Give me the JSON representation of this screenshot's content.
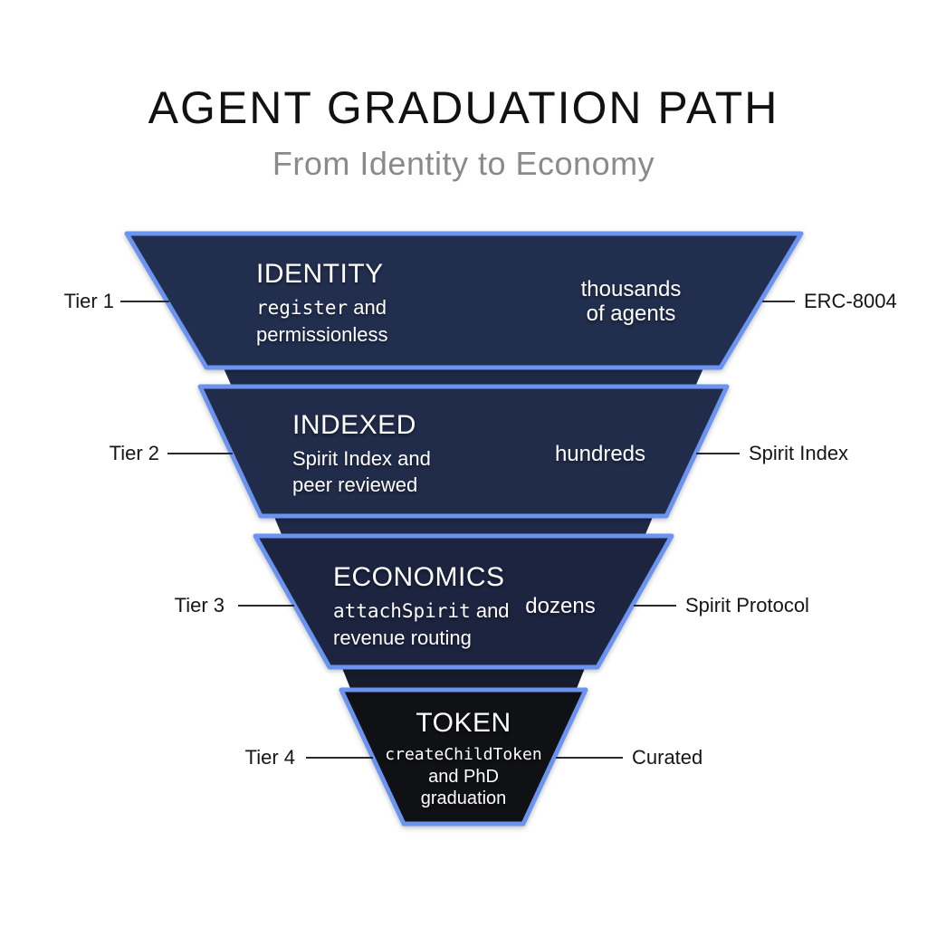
{
  "header": {
    "title": "AGENT GRADUATION PATH",
    "subtitle": "From Identity to Economy"
  },
  "colors": {
    "border_blue": "#6b93f0",
    "tier1_fill": "#222e4e",
    "tier2_fill": "#212c4a",
    "tier3_fill": "#1c2440",
    "tier4_fill": "#101114",
    "connector_fill": "#1f2a47",
    "connector_dark_fill": "#181c2b",
    "title_color": "#111111",
    "subtitle_color": "#8a8a8a",
    "label_color": "#151515"
  },
  "tiers": [
    {
      "tier_label": "Tier 1",
      "heading": "IDENTITY",
      "desc_code": "register",
      "desc_rest": " and",
      "desc_line2": "permissionless",
      "count_line1": "thousands",
      "count_line2": "of agents",
      "right_label": "ERC-8004"
    },
    {
      "tier_label": "Tier 2",
      "heading": "INDEXED",
      "desc_line1": "Spirit Index and",
      "desc_line2": "peer reviewed",
      "count_line1": "hundreds",
      "right_label": "Spirit Index"
    },
    {
      "tier_label": "Tier 3",
      "heading": "ECONOMICS",
      "desc_code": "attachSpirit",
      "desc_rest": " and",
      "desc_line2": "revenue routing",
      "count_line1": "dozens",
      "right_label": "Spirit Protocol"
    },
    {
      "tier_label": "Tier 4",
      "heading": "TOKEN",
      "desc_code": "createChildToken",
      "desc_line2": "and PhD",
      "desc_line3": "graduation",
      "right_label": "Curated"
    }
  ]
}
